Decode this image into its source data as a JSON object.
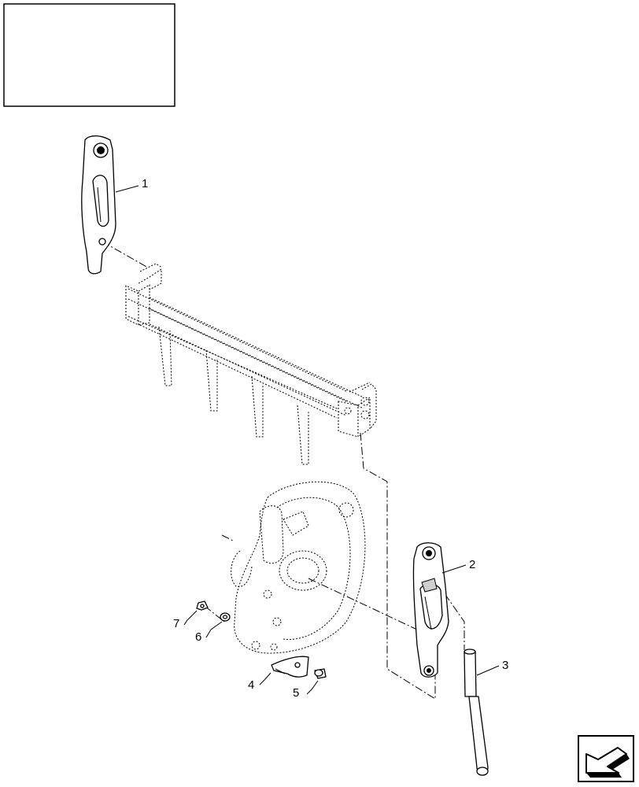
{
  "callouts": [
    {
      "id": "1",
      "text": "1"
    },
    {
      "id": "2",
      "text": "2"
    },
    {
      "id": "3",
      "text": "3"
    },
    {
      "id": "4",
      "text": "4"
    },
    {
      "id": "5",
      "text": "5"
    },
    {
      "id": "6",
      "text": "6"
    },
    {
      "id": "7",
      "text": "7"
    }
  ],
  "title_block": {
    "text": ""
  },
  "nav": {
    "icon": "next-page-arrow-icon"
  }
}
